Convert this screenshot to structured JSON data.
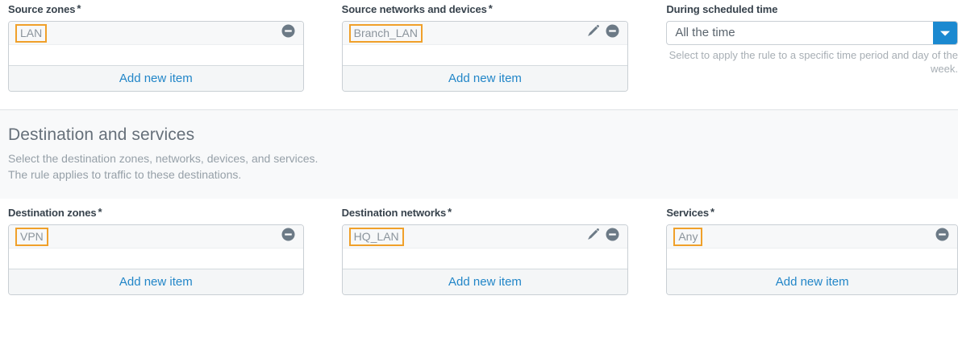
{
  "source_section": {
    "fields": [
      {
        "label": "Source zones",
        "required": "*",
        "type": "listbox",
        "items": [
          {
            "name": "LAN",
            "has_edit": false,
            "has_remove": true
          }
        ],
        "add_label": "Add new item"
      },
      {
        "label": "Source networks and devices",
        "required": "*",
        "type": "listbox",
        "items": [
          {
            "name": "Branch_LAN",
            "has_edit": true,
            "has_remove": true
          }
        ],
        "add_label": "Add new item"
      },
      {
        "label": "During scheduled time",
        "required": "",
        "type": "select",
        "value": "All the time",
        "help": "Select to apply the rule to a specific time period and day of the week."
      }
    ]
  },
  "destination_section": {
    "title": "Destination and services",
    "subtitle_line1": "Select the destination zones, networks, devices, and services.",
    "subtitle_line2": "The rule applies to traffic to these destinations.",
    "fields": [
      {
        "label": "Destination zones",
        "required": "*",
        "type": "listbox",
        "items": [
          {
            "name": "VPN",
            "has_edit": false,
            "has_remove": true
          }
        ],
        "add_label": "Add new item"
      },
      {
        "label": "Destination networks",
        "required": "*",
        "type": "listbox",
        "items": [
          {
            "name": "HQ_LAN",
            "has_edit": true,
            "has_remove": true
          }
        ],
        "add_label": "Add new item"
      },
      {
        "label": "Services",
        "required": "*",
        "type": "listbox",
        "items": [
          {
            "name": "Any",
            "has_edit": false,
            "has_remove": true
          }
        ],
        "add_label": "Add new item"
      }
    ]
  },
  "colors": {
    "accent_link": "#2286c8",
    "accent_button": "#1b89d0",
    "chip_highlight": "#f0a02a",
    "label_text": "#37424c",
    "muted_text": "#96a0a8",
    "icon_grey": "#6c7a86"
  }
}
